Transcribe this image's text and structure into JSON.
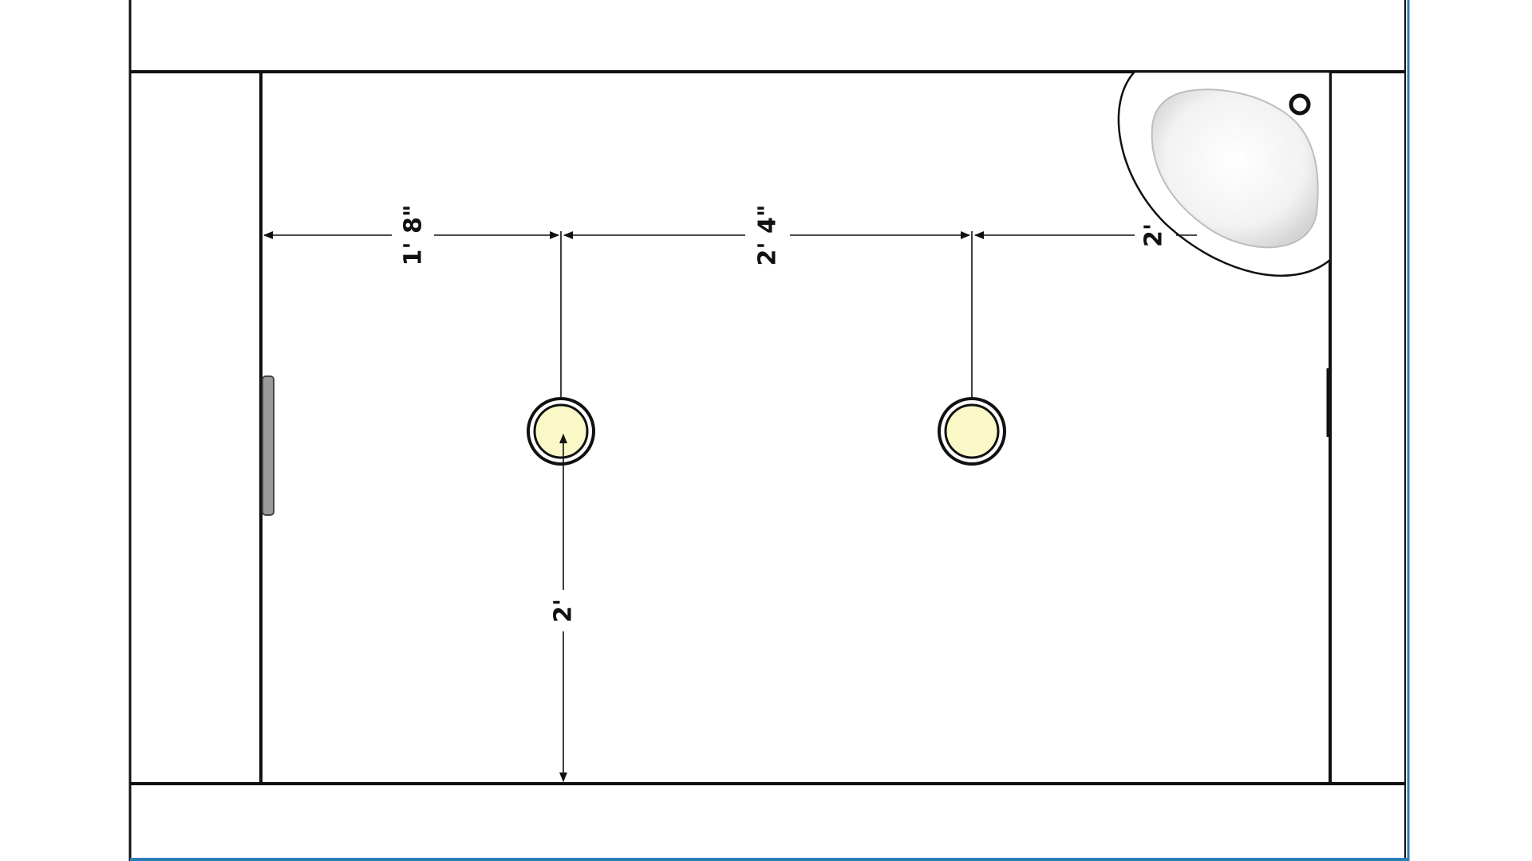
{
  "diagram": {
    "type": "floor-plan",
    "dimensions": {
      "left_wall_to_light_1": "1' 8\"",
      "light_1_to_light_2": "2' 4\"",
      "light_2_to_sink": "2'",
      "light_1_to_bottom_wall": "2'"
    },
    "fixtures": {
      "ceiling_lights": 2,
      "light_fill_color": "#fbf8c8",
      "corner_sink": 1,
      "door_handle": 1
    },
    "colors": {
      "background": "#ffffff",
      "line": "#111111",
      "frame_accent": "#2a7fb5",
      "handle": "#9a9a9a",
      "sink_basin": "#e6e6e6"
    }
  }
}
